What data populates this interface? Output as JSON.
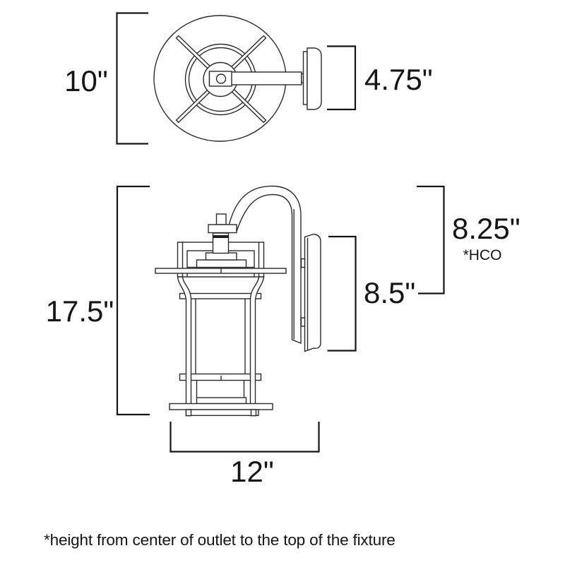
{
  "colors": {
    "background": "#ffffff",
    "drawing_line": "#2b2b2b",
    "dimension_line": "#151515"
  },
  "top_view": {
    "dimensions": {
      "diameter": "10\"",
      "backplate_depth": "4.75\""
    }
  },
  "side_view": {
    "dimensions": {
      "fixture_height": "17.5\"",
      "hco": "8.25\"",
      "hco_note": "*HCO",
      "backplate_height": "8.5\"",
      "projection": "12\""
    }
  },
  "footnote": "*height from center of outlet to the top of the fixture"
}
